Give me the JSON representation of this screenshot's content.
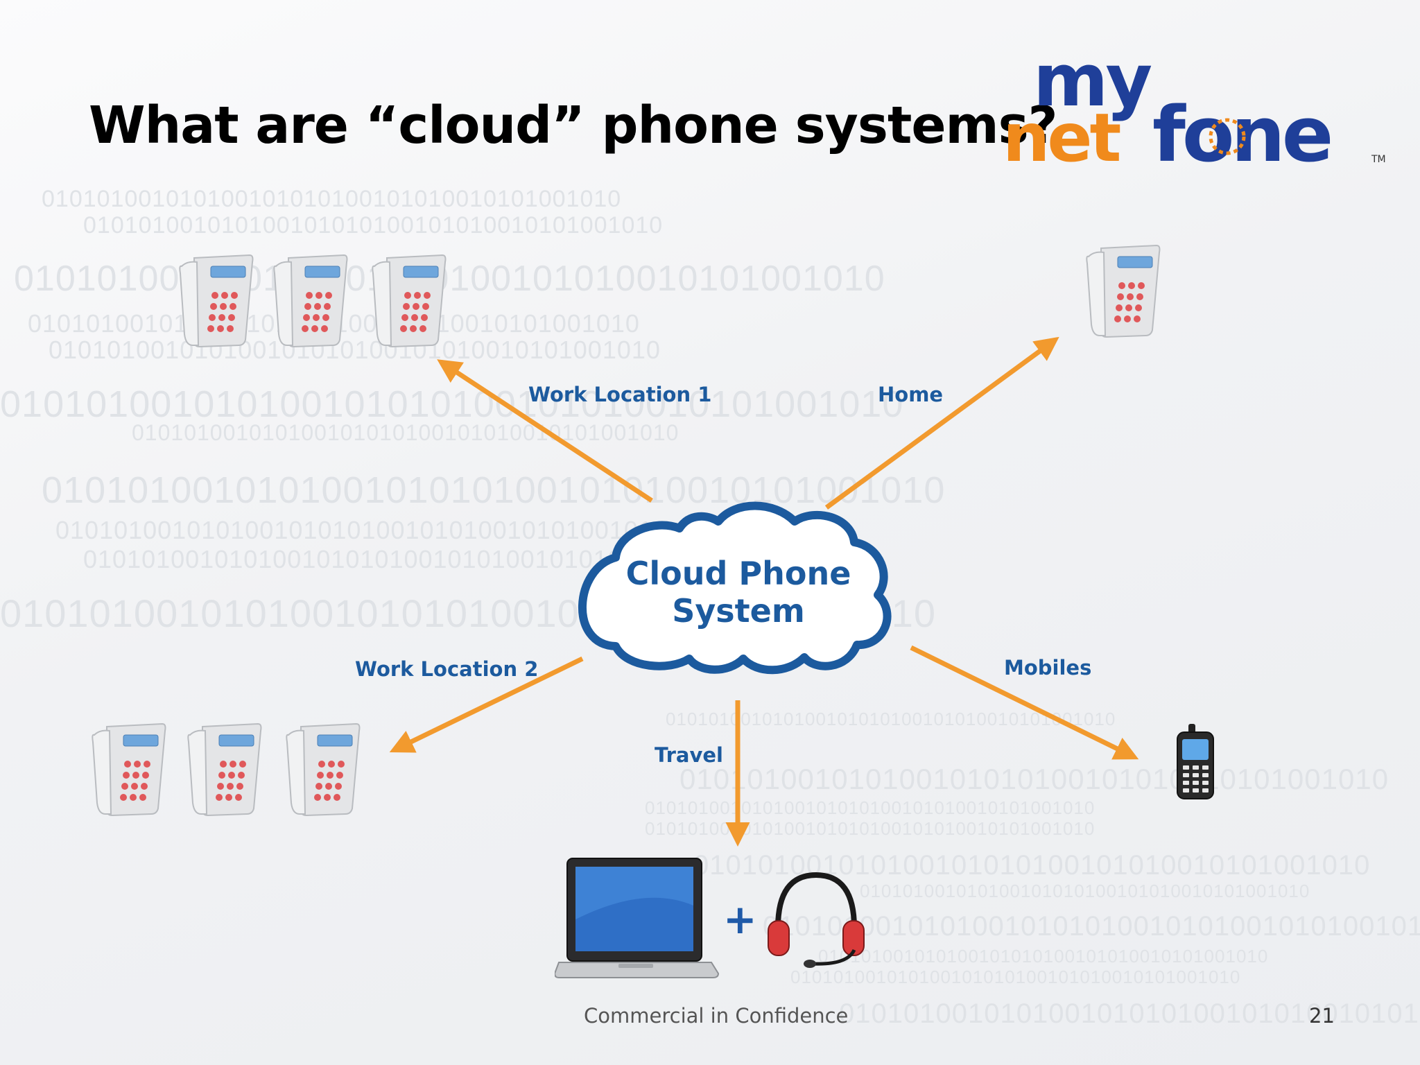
{
  "slide": {
    "title": "What are “cloud” phone systems?",
    "footer": "Commercial in Confidence",
    "page_number": "21"
  },
  "logo": {
    "line1": "my",
    "line2_left": "net",
    "line2_right": "fone",
    "tm": "TM"
  },
  "diagram": {
    "center": {
      "line1": "Cloud Phone",
      "line2": "System"
    },
    "labels": {
      "work_location_1": "Work Location 1",
      "home": "Home",
      "work_location_2": "Work Location 2",
      "mobiles": "Mobiles",
      "travel": "Travel"
    },
    "plus_sign": "+"
  },
  "background": {
    "binary_pattern": "010101001010100101010100101010010101001010"
  },
  "colors": {
    "arrow": "#f29a2e",
    "label_text": "#1c5a9e",
    "cloud_outline": "#1c5a9e",
    "logo_blue": "#1f3f99",
    "logo_orange": "#f08a1c"
  },
  "icons": [
    "desk-phone-icon",
    "cloud-icon",
    "mobile-phone-icon",
    "laptop-icon",
    "headset-icon"
  ]
}
